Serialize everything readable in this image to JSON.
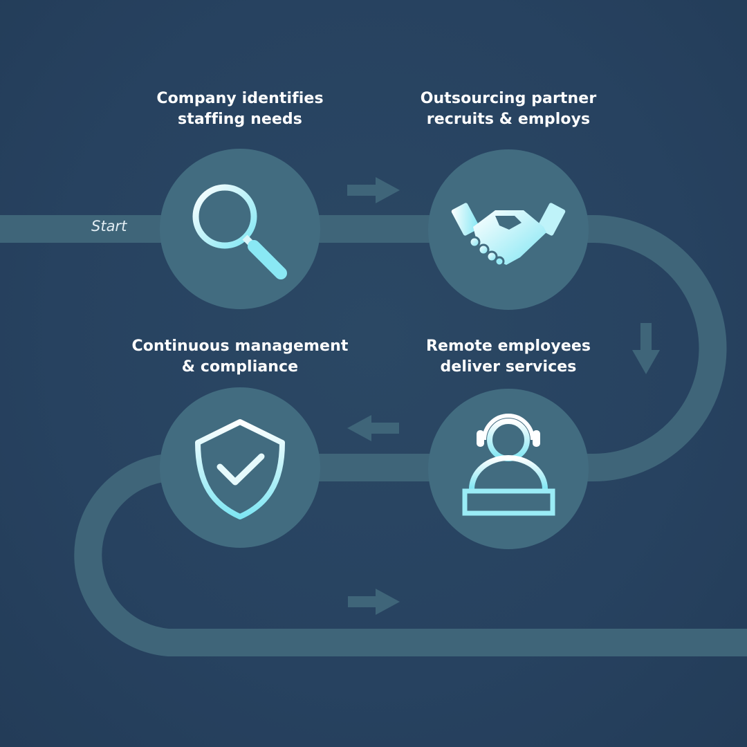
{
  "start_label": "Start",
  "steps": [
    {
      "line1": "Company identifies",
      "line2": "staffing needs",
      "icon": "magnifying-glass-icon"
    },
    {
      "line1": "Outsourcing partner",
      "line2": "recruits & employs",
      "icon": "handshake-icon"
    },
    {
      "line1": "Remote employees",
      "line2": "deliver services",
      "icon": "headset-agent-icon"
    },
    {
      "line1": "Continuous management",
      "line2": "& compliance",
      "icon": "shield-check-icon"
    }
  ],
  "colors": {
    "background": "#27425f",
    "path": "#3f6579",
    "node": "#426c80",
    "icon_light": "#ffffff",
    "icon_accent": "#7fe6f3",
    "label": "#ffffff"
  }
}
